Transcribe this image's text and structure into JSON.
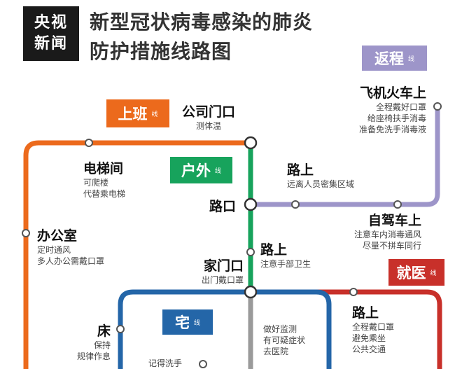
{
  "logo": {
    "line1": "央视",
    "line2": "新闻"
  },
  "title": {
    "line1": "新型冠状病毒感染的肺炎",
    "line2": "防护措施线路图"
  },
  "tags": {
    "return": {
      "label": "返程",
      "suffix": "线"
    },
    "work": {
      "label": "上班",
      "suffix": "线"
    },
    "outdoor": {
      "label": "户外",
      "suffix": "线"
    },
    "medical": {
      "label": "就医",
      "suffix": "线"
    },
    "home": {
      "label": "宅",
      "suffix": "线"
    }
  },
  "stations": {
    "plane_train": {
      "name": "飞机火车上",
      "notes": [
        "全程戴好口罩",
        "给座椅扶手消毒",
        "准备免洗手消毒液"
      ]
    },
    "company_gate": {
      "name": "公司门口",
      "notes": [
        "测体温"
      ]
    },
    "elevator": {
      "name": "电梯间",
      "notes": [
        "可爬楼",
        "代替乘电梯"
      ]
    },
    "on_road_1": {
      "name": "路上",
      "notes": [
        "远离人员密集区域"
      ]
    },
    "intersection": {
      "name": "路口",
      "notes": []
    },
    "self_drive": {
      "name": "自驾车上",
      "notes": [
        "注意车内消毒通风",
        "尽量不拼车同行"
      ]
    },
    "office": {
      "name": "办公室",
      "notes": [
        "定时通风",
        "多人办公需戴口罩"
      ]
    },
    "on_road_2": {
      "name": "路上",
      "notes": [
        "注意手部卫生"
      ]
    },
    "home_gate": {
      "name": "家门口",
      "notes": [
        "出门戴口罩"
      ]
    },
    "on_road_3": {
      "name": "路上",
      "notes": [
        "全程戴口罩",
        "避免乘坐",
        "公共交通"
      ]
    },
    "bed": {
      "name": "床",
      "notes": [
        "保持",
        "规律作息"
      ]
    },
    "monitor": {
      "name": "",
      "notes": [
        "做好监测",
        "有可疑症状",
        "去医院"
      ]
    },
    "wash": {
      "name": "",
      "notes": [
        "记得洗手"
      ]
    }
  },
  "colors": {
    "work": "#ec6a1c",
    "return": "#9d95c9",
    "outdoor": "#17a35c",
    "medical": "#c8302a",
    "home": "#2466a8",
    "gray": "#9a9a9a"
  }
}
